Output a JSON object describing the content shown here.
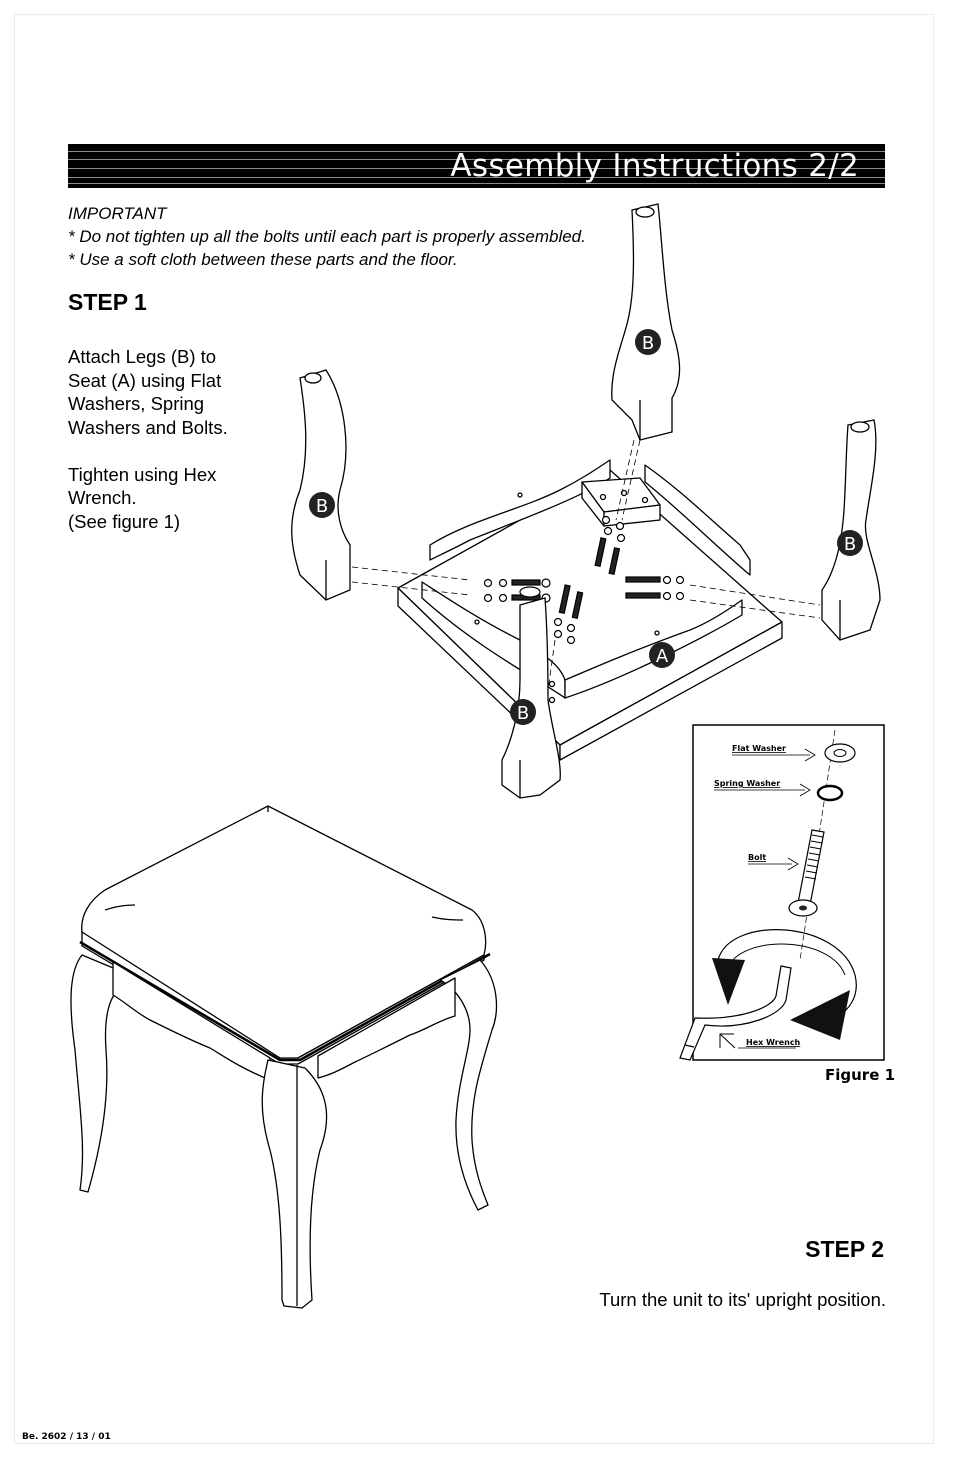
{
  "header": {
    "title": "Assembly Instructions 2/2"
  },
  "important": {
    "heading": "IMPORTANT",
    "lines": [
      "* Do not tighten up all the bolts until each part is properly assembled.",
      "* Use a soft cloth between these parts and the floor."
    ]
  },
  "step1": {
    "title": "STEP 1",
    "lines": [
      "Attach Legs (B) to",
      "Seat (A) using Flat",
      "Washers, Spring",
      "Washers and Bolts."
    ],
    "lines2": [
      "Tighten using Hex",
      "Wrench.",
      "(See figure 1)"
    ]
  },
  "diagram": {
    "part_labels": {
      "seat": "A",
      "leg": "B"
    }
  },
  "figure1": {
    "caption": "Figure 1",
    "labels": {
      "flat_washer": "Flat Washer",
      "spring_washer": "Spring Washer",
      "bolt": "Bolt",
      "hex_wrench": "Hex Wrench"
    }
  },
  "step2": {
    "title": "STEP 2",
    "text": "Turn the unit to its' upright position."
  },
  "footer": {
    "code": "Be. 2602 / 13 / 01"
  }
}
